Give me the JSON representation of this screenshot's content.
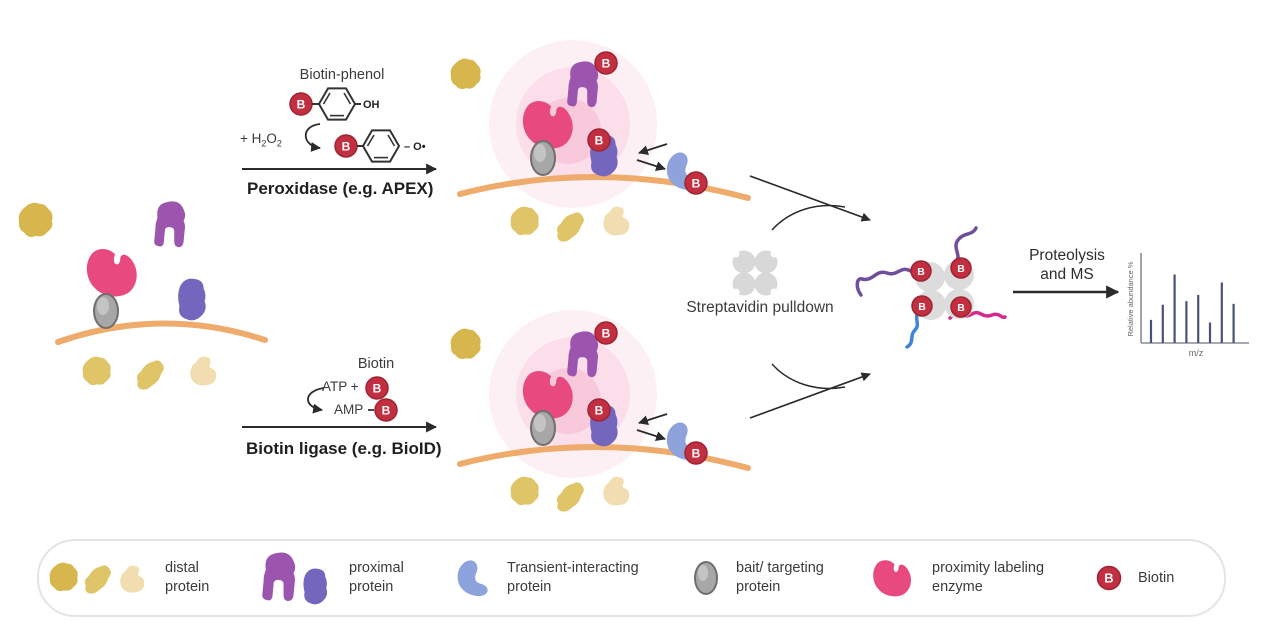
{
  "pathways": {
    "apex": {
      "substrate": "Biotin-phenol",
      "cofactor_prefix": "+ H",
      "cofactor_sub1": "2",
      "cofactor_mid": "O",
      "cofactor_sub2": "2",
      "hydroxyl": "OH",
      "radical": "– O•",
      "enzyme": "Peroxidase (e.g. APEX)"
    },
    "bioid": {
      "substrate": "Biotin",
      "atp": "ATP +",
      "amp": "AMP",
      "enzyme": "Biotin ligase (e.g. BioID)"
    }
  },
  "pulldown": {
    "label": "Streptavidin pulldown"
  },
  "ms_step": {
    "line1": "Proteolysis",
    "line2": "and MS"
  },
  "biotin": {
    "letter": "B"
  },
  "chart_data": {
    "type": "bar",
    "title": "",
    "values": [
      26,
      43,
      77,
      47,
      54,
      23,
      68,
      44
    ],
    "xlabel": "m/z",
    "ylabel": "Relative abundance %",
    "ylim": [
      0,
      100
    ],
    "grid": false,
    "legend_position": "none"
  },
  "legend": {
    "items": [
      {
        "icon": "distal-protein-icon",
        "label": "distal protein"
      },
      {
        "icon": "proximal-protein-icon",
        "label": "proximal protein"
      },
      {
        "icon": "transient-interacting-protein-icon",
        "label": "Transient-interacting protein"
      },
      {
        "icon": "bait-targeting-protein-icon",
        "label": "bait/ targeting protein"
      },
      {
        "icon": "proximity-labeling-enzyme-icon",
        "label": "proximity labeling enzyme"
      },
      {
        "icon": "biotin-icon",
        "label": "Biotin"
      }
    ]
  },
  "colors": {
    "enzyme_pink": "#e8497f",
    "membrane_orange": "#eeab6c",
    "distal_yellow_dark": "#d7b64e",
    "distal_yellow_mid": "#dfc468",
    "distal_yellow_pale": "#f2ddb0",
    "proximal_purple": "#9c55ae",
    "proximal_violet": "#7566bd",
    "transient_blue": "#8ea2dc",
    "bait_gray": "#a7a7a7",
    "biotin_red": "#c12f40",
    "glow_outer": "#fdf0f5",
    "glow_mid": "#fbdeea",
    "glow_inner": "#f7c9da",
    "strand_purple": "#6f4f9c",
    "strand_blue": "#3f86d8",
    "strand_magenta": "#d42a8c",
    "streptavidin_gray": "#d8d8d8",
    "chart_bar": "#4a5177",
    "chart_axis": "#8c8c99"
  }
}
